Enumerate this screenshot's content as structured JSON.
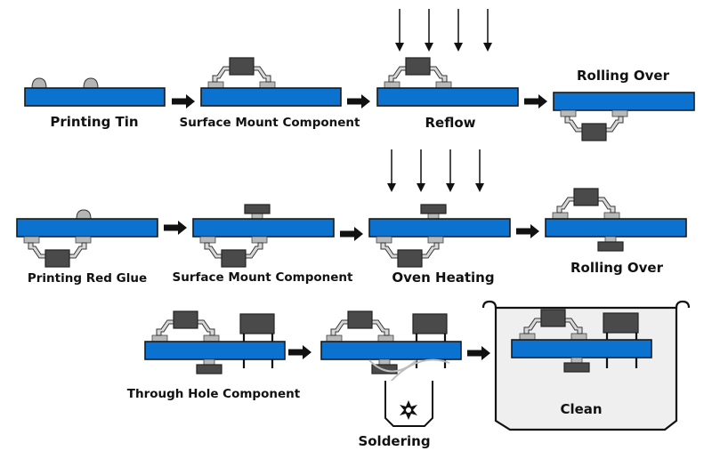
{
  "title": "SMT and Through-Hole PCB Assembly Process Flow",
  "rows": [
    {
      "name": "single-sided-reflow",
      "steps": [
        {
          "id": "printing-tin",
          "label": "Printing Tin"
        },
        {
          "id": "surface-mount-component",
          "label": "Surface Mount Component"
        },
        {
          "id": "reflow",
          "label": "Reflow",
          "heat_arrows": 4
        },
        {
          "id": "rolling-over",
          "label": "Rolling Over"
        }
      ]
    },
    {
      "name": "glue-and-oven",
      "steps": [
        {
          "id": "printing-red-glue",
          "label": "Printing Red Glue"
        },
        {
          "id": "surface-mount-component-2",
          "label": "Surface Mount Component"
        },
        {
          "id": "oven-heating",
          "label": "Oven Heating",
          "heat_arrows": 4
        },
        {
          "id": "rolling-over-2",
          "label": "Rolling Over"
        }
      ]
    },
    {
      "name": "through-hole-and-clean",
      "steps": [
        {
          "id": "through-hole-component",
          "label": "Through Hole Component"
        },
        {
          "id": "soldering",
          "label": "Soldering"
        },
        {
          "id": "clean",
          "label": "Clean"
        }
      ]
    }
  ],
  "colors": {
    "board": "#0b73cf",
    "component": "#4a4a4a",
    "pad": "#b9b9b9",
    "tank": "#efefef"
  }
}
